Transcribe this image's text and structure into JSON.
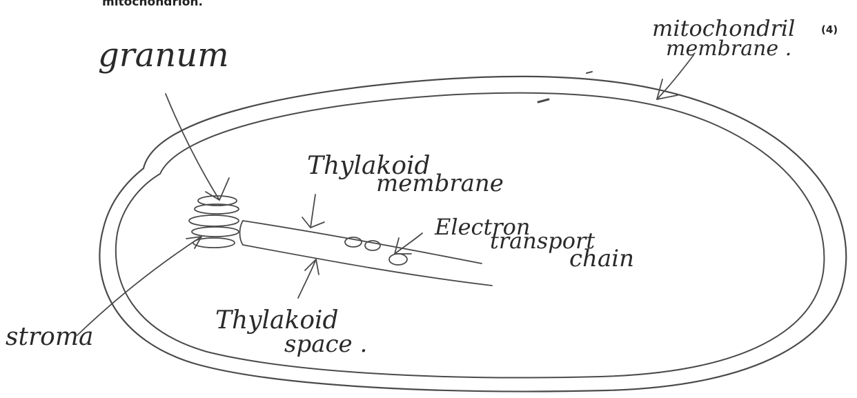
{
  "header_text": "mitochondrion.",
  "marks": "(4)",
  "labels": {
    "granum": "granum",
    "mito_line1": "mitochondril",
    "mito_line2": "membrane .",
    "thyl_mem_line1": "Thylakoid",
    "thyl_mem_line2": "membrane",
    "etc_line1": "Electron",
    "etc_line2": "transport",
    "etc_line3": "chain",
    "thyl_space_line1": "Thylakoid",
    "thyl_space_line2": "space .",
    "stroma": "stroma"
  },
  "colors": {
    "ink": "#4a4a4a",
    "text": "#2a2a2a"
  }
}
